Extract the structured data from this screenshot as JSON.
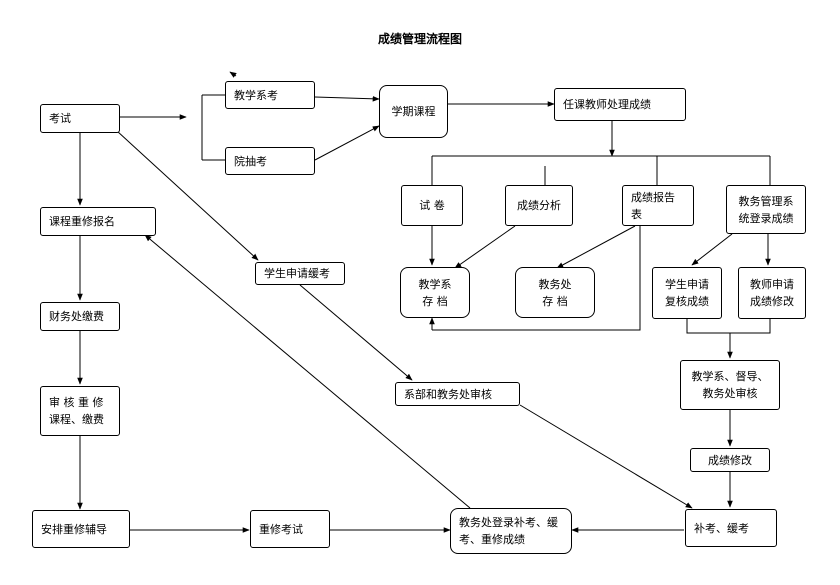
{
  "title": "成绩管理流程图",
  "nodes": {
    "exam": "考试",
    "dept_exam": "教学系考",
    "college_exam": "院抽考",
    "term_course": "学期课程",
    "teacher_grades": "任课教师处理成绩",
    "paper": "试    卷",
    "grade_analysis": "成绩分析",
    "grade_report": "成绩报告\n表",
    "login_system": "教务管理系\n统登录成绩",
    "course_retake_signup": "课程重修报名",
    "student_defer": "学生申请缓考",
    "dept_archive": "教学系\n存   档",
    "office_archive": "教务处\n存   档",
    "student_recheck": "学生申请\n复核成绩",
    "teacher_modify": "教师申请\n成绩修改",
    "finance_fee": "财务处缴费",
    "dept_office_review": "系部和教务处审核",
    "triple_review": "教学系、督导、\n教务处审核",
    "audit_retake": "审 核 重 修\n课程、缴费",
    "grade_modify": "成绩修改",
    "arrange_tutoring": "安排重修辅导",
    "retake_exam": "重修考试",
    "office_login_results": "教务处登录补考、缓\n考、重修成绩",
    "makeup_defer": "补考、缓考"
  }
}
